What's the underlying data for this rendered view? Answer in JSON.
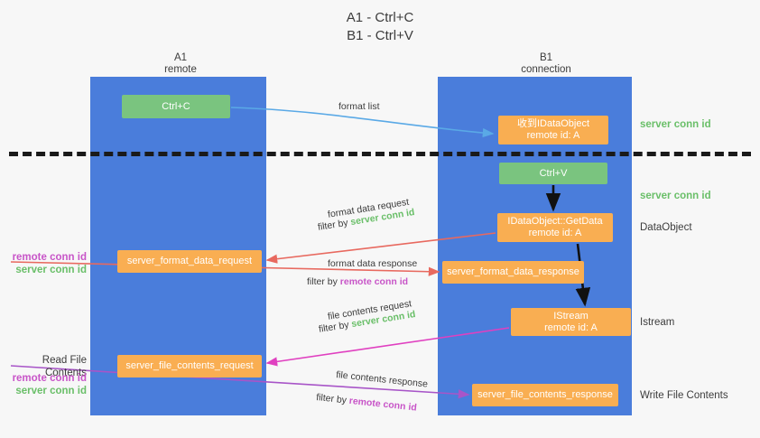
{
  "title": {
    "line1": "A1 - Ctrl+C",
    "line2": "B1 - Ctrl+V"
  },
  "columns": [
    {
      "name": "A1",
      "sub": "remote"
    },
    {
      "name": "B1",
      "sub": "connection"
    }
  ],
  "nodes": {
    "ctrl_c": {
      "label": "Ctrl+C",
      "color": "#7ac47f"
    },
    "idataobject": {
      "line1": "收到IDataObject",
      "line2": "remote id: A",
      "color": "#f9ae52"
    },
    "ctrl_v": {
      "label": "Ctrl+V",
      "color": "#7ac47f"
    },
    "getdata": {
      "line1": "IDataObject::GetData",
      "line2": "remote id: A",
      "color": "#f9ae52"
    },
    "server_format_data_request": {
      "label": "server_format_data_request",
      "color": "#f9ae52"
    },
    "server_format_data_response": {
      "label": "server_format_data_response",
      "color": "#f9ae52"
    },
    "istream": {
      "line1": "IStream",
      "line2": "remote id: A",
      "color": "#f9ae52"
    },
    "server_file_contents_request": {
      "label": "server_file_contents_request",
      "color": "#f9ae52"
    },
    "server_file_contents_response": {
      "label": "server_file_contents_response",
      "color": "#f9ae52"
    }
  },
  "captions": {
    "format_list": "format list",
    "format_data_request": "format data request",
    "filter_by_prefix": "filter by",
    "server_conn_id": "server conn id",
    "format_data_response": "format data response",
    "remote_conn_id": "remote conn id",
    "file_contents_request": "file contents request",
    "file_contents_response": "file contents response"
  },
  "right_labels": {
    "server_conn_id_1": "server conn id",
    "server_conn_id_2": "server conn id",
    "dataobject": "DataObject",
    "istream": "Istream",
    "write_file_contents": "Write File Contents"
  },
  "left_labels": {
    "remote_conn_id_1": "remote conn id",
    "server_conn_id_1": "server conn id",
    "read_file_contents": "Read File Contents",
    "remote_conn_id_2": "remote conn id",
    "server_conn_id_2": "server conn id"
  },
  "colors": {
    "lane": "#4a7ddb",
    "green_node": "#7ac47f",
    "orange_node": "#f9ae52",
    "server_conn_text": "#6abf69",
    "remote_conn_text": "#c855c8",
    "arrow_blue": "#5aa9e6",
    "arrow_red": "#e8695f",
    "arrow_magenta": "#e040c0",
    "arrow_purple": "#a855c8",
    "arrow_black": "#111111",
    "divider": "#1a1a1a",
    "background": "#f7f7f7"
  }
}
